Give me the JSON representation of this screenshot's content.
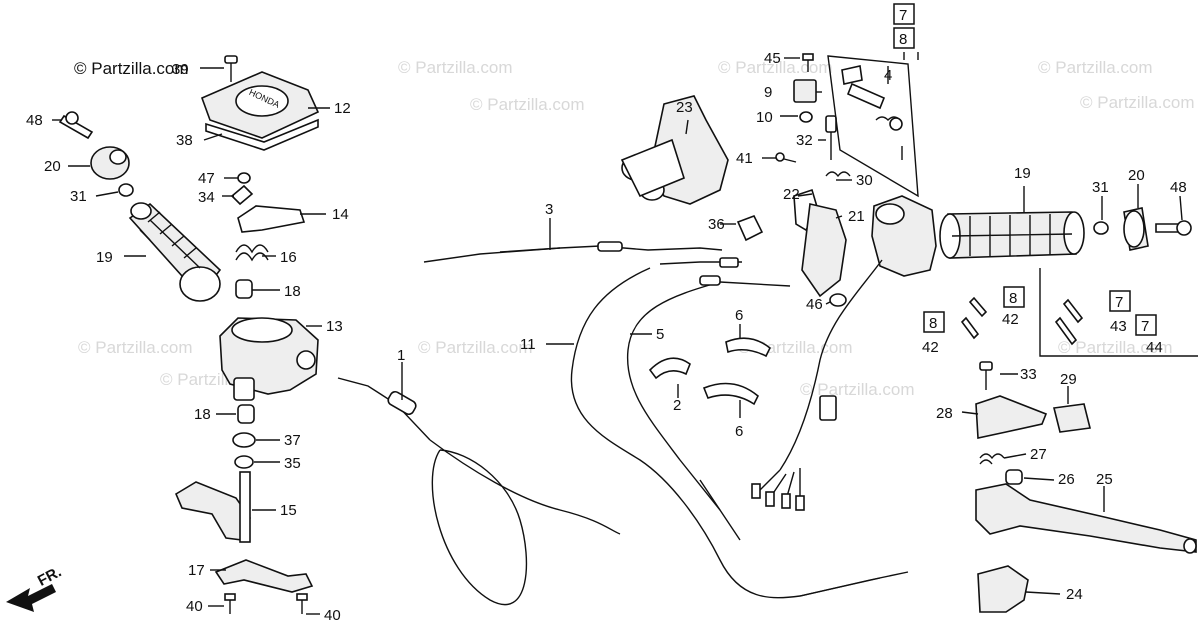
{
  "copyright": "© Partzilla.com",
  "watermark": "© Partzilla.com",
  "direction_label": "FR.",
  "cover_stamp": "HONDA",
  "callouts": [
    "1",
    "2",
    "3",
    "4",
    "5",
    "6",
    "6",
    "9",
    "10",
    "11",
    "12",
    "13",
    "14",
    "15",
    "16",
    "17",
    "18",
    "18",
    "19",
    "19",
    "20",
    "20",
    "21",
    "22",
    "23",
    "24",
    "25",
    "26",
    "27",
    "28",
    "29",
    "30",
    "31",
    "31",
    "32",
    "33",
    "34",
    "35",
    "36",
    "37",
    "38",
    "39",
    "40",
    "40",
    "41",
    "42",
    "42",
    "43",
    "44",
    "45",
    "46",
    "47",
    "48",
    "48"
  ],
  "boxed_labels": [
    "7",
    "8",
    "8",
    "8",
    "7",
    "7"
  ]
}
